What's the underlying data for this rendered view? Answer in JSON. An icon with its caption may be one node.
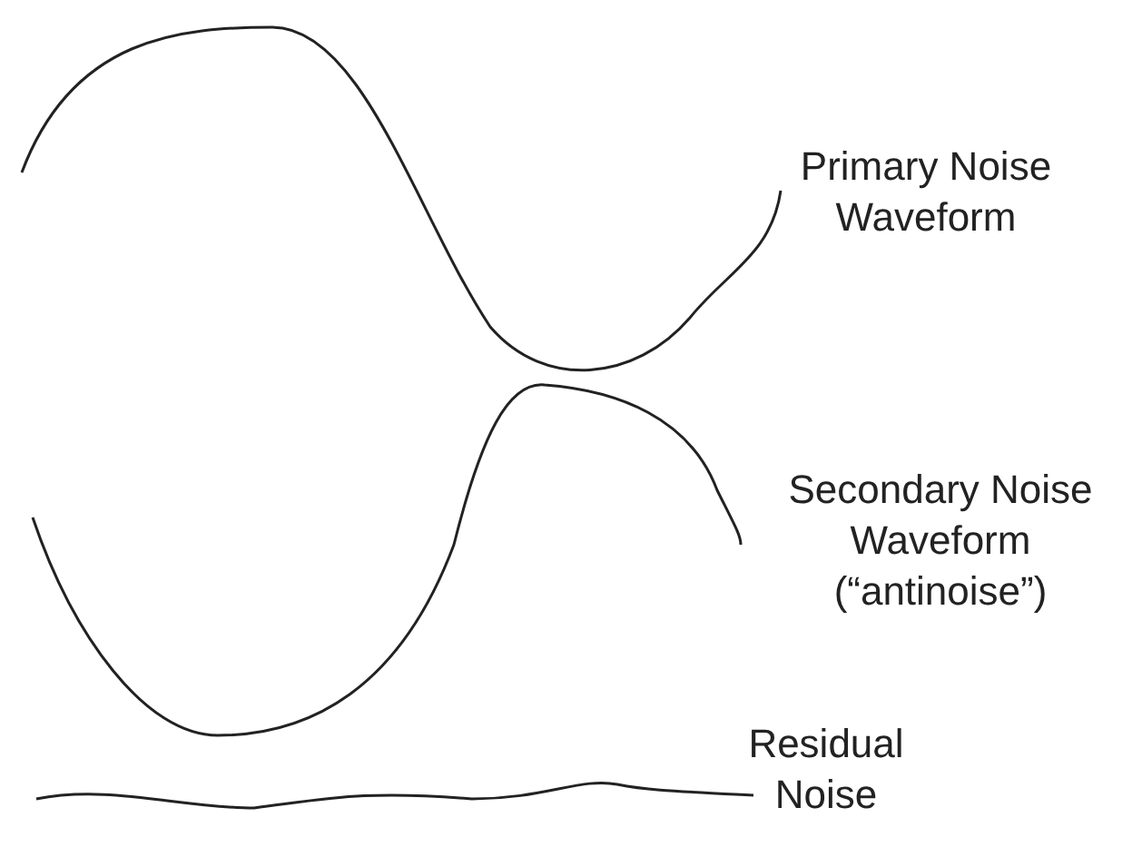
{
  "diagram": {
    "labels": [
      "Primary Noise Waveform",
      "Secondary Noise Waveform (“antinoise”)",
      "Residual Noise"
    ]
  }
}
